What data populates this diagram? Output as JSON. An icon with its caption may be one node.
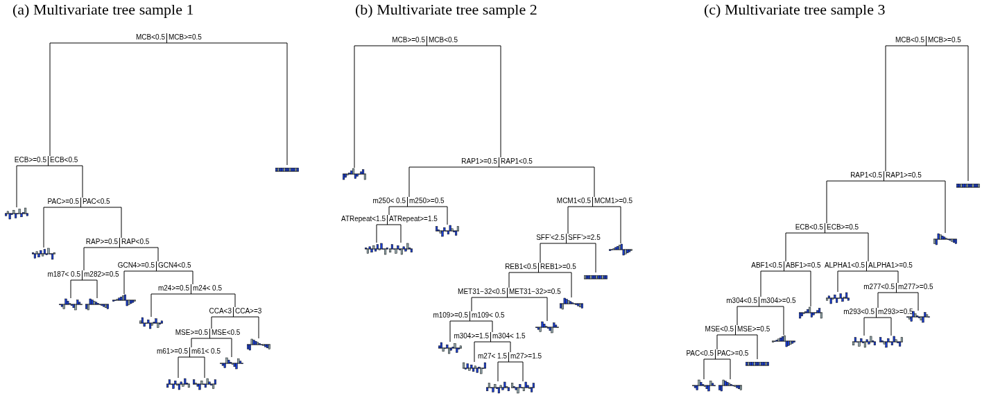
{
  "diagram": {
    "nodes": [
      {
        "text": [
          "MCB<0.5",
          "MCB>=0.5"
        ]
      },
      {
        "text": [
          "ECB>=0.5",
          "ECB<0.5"
        ]
      },
      {
        "text": [],
        "shape": "picture"
      },
      {
        "text": [
          "PAC>=0.5",
          "PAC<0.5"
        ]
      },
      {
        "text": [],
        "shape": "picture"
      },
      {
        "text": [
          "RAP>=0.5",
          "RAP<0.5"
        ]
      },
      {
        "text": [
          "m187< 0.5",
          "m282>=0.5"
        ]
      },
      {
        "text": [],
        "shape": "picture"
      },
      {
        "text": [],
        "shape": "picture"
      },
      {
        "text": [
          "GCN4>=0.5",
          "GCN4<0.5"
        ]
      },
      {
        "text": [],
        "shape": "picture"
      },
      {
        "text": [
          "m24>=0.5",
          "m24< 0.5"
        ]
      },
      {
        "text": [],
        "shape": "picture"
      },
      {
        "text": [
          "CCA<3",
          "CCA>=3"
        ]
      },
      {
        "text": [
          "MSE>=0.5",
          "MSE<0.5"
        ]
      },
      {
        "text": [
          "m61>=0.5",
          "m61< 0.5"
        ]
      },
      {
        "text": [],
        "shape": "picture"
      },
      {
        "text": [],
        "shape": "picture"
      },
      {
        "text": [],
        "shape": "picture"
      },
      {
        "text": [],
        "shape": "picture"
      },
      {
        "text": [],
        "shape": "picture"
      },
      {
        "text": [
          "MCB>=0.5",
          "MCB<0.5"
        ]
      },
      {
        "text": [],
        "shape": "picture"
      },
      {
        "text": [
          "RAP1>=0.5",
          "RAP1<0.5"
        ]
      },
      {
        "text": [
          "m250< 0.5",
          "m250>=0.5"
        ]
      },
      {
        "text": [
          "ATRepeat<1.5",
          "ATRepeat>=1.5"
        ]
      },
      {
        "text": [],
        "shape": "picture"
      },
      {
        "text": [],
        "shape": "picture"
      },
      {
        "text": [],
        "shape": "picture"
      },
      {
        "text": [
          "MCM1<0.5",
          "MCM1>=0.5"
        ]
      },
      {
        "text": [
          "SFF’<2.5",
          "SFF’>=2.5"
        ]
      },
      {
        "text": [
          "REB1<0.5",
          "REB1>=0.5"
        ]
      },
      {
        "text": [
          "MET31−32<0.5",
          "MET31−32>=0.5"
        ]
      },
      {
        "text": [
          "m109>=0.5",
          "m109< 0.5"
        ]
      },
      {
        "text": [],
        "shape": "picture"
      },
      {
        "text": [
          "m304>=1.5",
          "m304< 1.5"
        ]
      },
      {
        "text": [],
        "shape": "picture"
      },
      {
        "text": [
          "m27< 1.5",
          "m27>=1.5"
        ]
      },
      {
        "text": [],
        "shape": "picture"
      },
      {
        "text": [],
        "shape": "picture"
      },
      {
        "text": [],
        "shape": "picture"
      },
      {
        "text": [],
        "shape": "picture"
      },
      {
        "text": [],
        "shape": "picture"
      },
      {
        "text": [],
        "shape": "picture"
      },
      {
        "text": [
          "MCB<0.5",
          "MCB>=0.5"
        ]
      },
      {
        "text": [
          "RAP1<0.5",
          "RAP1>=0.5"
        ]
      },
      {
        "text": [
          "ECB<0.5",
          "ECB>=0.5"
        ]
      },
      {
        "text": [
          "ABF1<0.5",
          "ABF1>=0.5"
        ]
      },
      {
        "text": [
          "m304<0.5",
          "m304>=0.5"
        ]
      },
      {
        "text": [
          "MSE<0.5",
          "MSE>=0.5"
        ]
      },
      {
        "text": [
          "PAC<0.5",
          "PAC>=0.5"
        ]
      },
      {
        "text": [],
        "shape": "picture"
      },
      {
        "text": [],
        "shape": "picture"
      },
      {
        "text": [],
        "shape": "picture"
      },
      {
        "text": [],
        "shape": "picture"
      },
      {
        "text": [],
        "shape": "picture"
      },
      {
        "text": [
          "ALPHA1<0.5",
          "ALPHA1>=0.5"
        ]
      },
      {
        "text": [],
        "shape": "picture"
      },
      {
        "text": [
          "m277<0.5",
          "m277>=0.5"
        ]
      },
      {
        "text": [
          "m293<0.5",
          "m293>=0.5"
        ]
      },
      {
        "text": [],
        "shape": "picture"
      },
      {
        "text": [],
        "shape": "picture"
      },
      {
        "text": [],
        "shape": "picture"
      },
      {
        "text": [],
        "shape": "picture"
      },
      {
        "text": [],
        "shape": "picture"
      }
    ],
    "edges": [
      {
        "from": 0,
        "to": 1,
        "arrow": "none"
      },
      {
        "from": 0,
        "to": 20,
        "arrow": "none"
      },
      {
        "from": 1,
        "to": 2,
        "arrow": "none"
      },
      {
        "from": 1,
        "to": 3,
        "arrow": "none"
      },
      {
        "from": 3,
        "to": 4,
        "arrow": "none"
      },
      {
        "from": 3,
        "to": 5,
        "arrow": "none"
      },
      {
        "from": 5,
        "to": 6,
        "arrow": "none"
      },
      {
        "from": 5,
        "to": 9,
        "arrow": "none"
      },
      {
        "from": 6,
        "to": 7,
        "arrow": "none"
      },
      {
        "from": 6,
        "to": 8,
        "arrow": "none"
      },
      {
        "from": 9,
        "to": 10,
        "arrow": "none"
      },
      {
        "from": 9,
        "to": 11,
        "arrow": "none"
      },
      {
        "from": 11,
        "to": 12,
        "arrow": "none"
      },
      {
        "from": 11,
        "to": 13,
        "arrow": "none"
      },
      {
        "from": 13,
        "to": 14,
        "arrow": "none"
      },
      {
        "from": 13,
        "to": 19,
        "arrow": "none"
      },
      {
        "from": 14,
        "to": 15,
        "arrow": "none"
      },
      {
        "from": 14,
        "to": 18,
        "arrow": "none"
      },
      {
        "from": 15,
        "to": 16,
        "arrow": "none"
      },
      {
        "from": 15,
        "to": 17,
        "arrow": "none"
      },
      {
        "from": 21,
        "to": 22,
        "arrow": "none"
      },
      {
        "from": 21,
        "to": 23,
        "arrow": "none"
      },
      {
        "from": 23,
        "to": 24,
        "arrow": "none"
      },
      {
        "from": 23,
        "to": 29,
        "arrow": "none"
      },
      {
        "from": 24,
        "to": 25,
        "arrow": "none"
      },
      {
        "from": 24,
        "to": 28,
        "arrow": "none"
      },
      {
        "from": 25,
        "to": 26,
        "arrow": "none"
      },
      {
        "from": 25,
        "to": 27,
        "arrow": "none"
      },
      {
        "from": 29,
        "to": 30,
        "arrow": "none"
      },
      {
        "from": 29,
        "to": 43,
        "arrow": "none"
      },
      {
        "from": 30,
        "to": 31,
        "arrow": "none"
      },
      {
        "from": 30,
        "to": 42,
        "arrow": "none"
      },
      {
        "from": 31,
        "to": 32,
        "arrow": "none"
      },
      {
        "from": 31,
        "to": 41,
        "arrow": "none"
      },
      {
        "from": 32,
        "to": 33,
        "arrow": "none"
      },
      {
        "from": 32,
        "to": 40,
        "arrow": "none"
      },
      {
        "from": 33,
        "to": 34,
        "arrow": "none"
      },
      {
        "from": 33,
        "to": 35,
        "arrow": "none"
      },
      {
        "from": 35,
        "to": 36,
        "arrow": "none"
      },
      {
        "from": 35,
        "to": 37,
        "arrow": "none"
      },
      {
        "from": 37,
        "to": 38,
        "arrow": "none"
      },
      {
        "from": 37,
        "to": 39,
        "arrow": "none"
      },
      {
        "from": 44,
        "to": 45,
        "arrow": "none"
      },
      {
        "from": 44,
        "to": 64,
        "arrow": "none"
      },
      {
        "from": 45,
        "to": 46,
        "arrow": "none"
      },
      {
        "from": 45,
        "to": 63,
        "arrow": "none"
      },
      {
        "from": 46,
        "to": 47,
        "arrow": "none"
      },
      {
        "from": 46,
        "to": 56,
        "arrow": "none"
      },
      {
        "from": 47,
        "to": 48,
        "arrow": "none"
      },
      {
        "from": 47,
        "to": 55,
        "arrow": "none"
      },
      {
        "from": 48,
        "to": 49,
        "arrow": "none"
      },
      {
        "from": 48,
        "to": 54,
        "arrow": "none"
      },
      {
        "from": 49,
        "to": 50,
        "arrow": "none"
      },
      {
        "from": 49,
        "to": 53,
        "arrow": "none"
      },
      {
        "from": 50,
        "to": 51,
        "arrow": "none"
      },
      {
        "from": 50,
        "to": 52,
        "arrow": "none"
      },
      {
        "from": 56,
        "to": 57,
        "arrow": "none"
      },
      {
        "from": 56,
        "to": 58,
        "arrow": "none"
      },
      {
        "from": 58,
        "to": 59,
        "arrow": "none"
      },
      {
        "from": 58,
        "to": 62,
        "arrow": "none"
      },
      {
        "from": 59,
        "to": 60,
        "arrow": "none"
      },
      {
        "from": 59,
        "to": 61,
        "arrow": "none"
      }
    ],
    "labels": [
      "(a) Multivariate tree sample 1",
      "(b) Multivariate tree sample 2",
      "(c) Multivariate tree sample 3"
    ]
  }
}
